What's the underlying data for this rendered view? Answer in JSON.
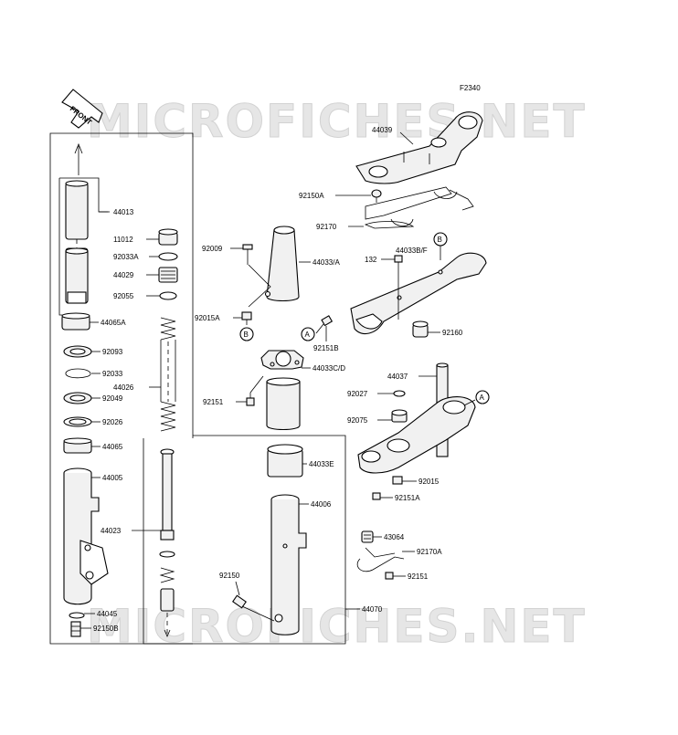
{
  "diagram": {
    "figure_id": "F2340",
    "front_label": "FRONT",
    "watermark": "MICROFICHES.NET",
    "callouts": {
      "a1": "A",
      "a2": "A",
      "b1": "B",
      "b2": "B"
    },
    "parts": {
      "p44013": "44013",
      "p11012": "11012",
      "p92033A": "92033A",
      "p44029": "44029",
      "p92055": "92055",
      "p44065A": "44065A",
      "p92093": "92093",
      "p92033": "92033",
      "p92049": "92049",
      "p44026": "44026",
      "p92026": "92026",
      "p44065": "44065",
      "p44005": "44005",
      "p44023": "44023",
      "p44045": "44045",
      "p92150B": "92150B",
      "p92009": "92009",
      "p44033A": "44033/A",
      "p92015A": "92015A",
      "p92151B": "92151B",
      "p44033CD": "44033C/D",
      "p92151": "92151",
      "p44033E": "44033E",
      "p44006": "44006",
      "p92150": "92150",
      "p44070": "44070",
      "p44039": "44039",
      "p92150A": "92150A",
      "p92170": "92170",
      "p44033BF": "44033B/F",
      "p132": "132",
      "p92160": "92160",
      "p44037": "44037",
      "p92027": "92027",
      "p92075": "92075",
      "p92015": "92015",
      "p92151A": "92151A",
      "p43064": "43064",
      "p92170A": "92170A",
      "p92151b": "92151"
    }
  }
}
